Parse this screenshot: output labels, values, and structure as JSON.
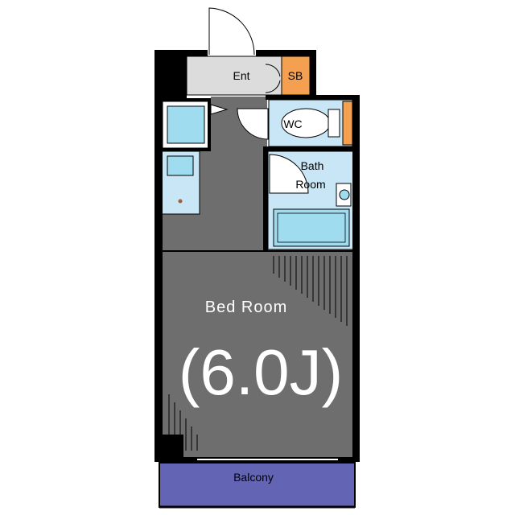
{
  "floor_plan": {
    "rooms": {
      "entrance": "Ent",
      "shoe_box": "SB",
      "toilet": "WC",
      "bath_line1": "Bath",
      "bath_line2": "Room",
      "bedroom": "Bed Room",
      "bedroom_size": "(6.0J)",
      "balcony": "Balcony"
    },
    "colors": {
      "floor": "#6e6e6e",
      "wall": "#000000",
      "wet_area": "#c8e6f5",
      "fixture": "#a0dcf0",
      "entrance_floor": "#dcdcdc",
      "storage": "#f5a050",
      "balcony": "#6464b4"
    }
  }
}
